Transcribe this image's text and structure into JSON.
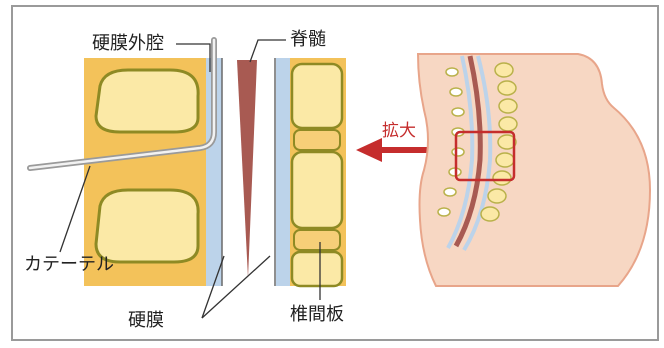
{
  "labels": {
    "epidural_space": "硬膜外腔",
    "spinal_cord": "脊髄",
    "magnify": "拡大",
    "catheter": "カテーテル",
    "dura_mater": "硬膜",
    "intervertebral_disc": "椎間板"
  },
  "colors": {
    "bone_yellow": "#f3c25a",
    "vertebra_light": "#fbe9a6",
    "outline_olive": "#8e8a24",
    "dura_blue": "#bcd3ea",
    "spinal_cord_red": "#a85a52",
    "skin_pink": "#f7d7c3",
    "skin_outline": "#e8a58a",
    "arrow_red": "#c52d2d",
    "label_text": "#222222"
  }
}
